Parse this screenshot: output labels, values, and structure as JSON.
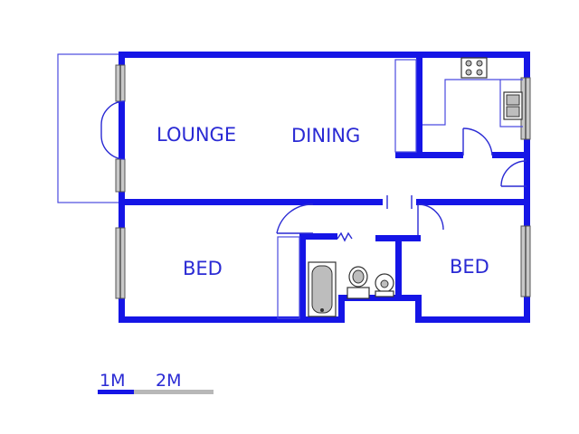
{
  "rooms": {
    "lounge": "LOUNGE",
    "dining": "DINING",
    "bed_left": "BED",
    "bed_right": "BED"
  },
  "scale_bar": {
    "label_1": "1M",
    "label_2": "2M",
    "colors": {
      "primary": "#1515e6",
      "secondary": "#b8b8b8"
    }
  },
  "colors": {
    "wall": "#1515e6",
    "text": "#2a2ad4",
    "window": "#c8c8c8"
  }
}
